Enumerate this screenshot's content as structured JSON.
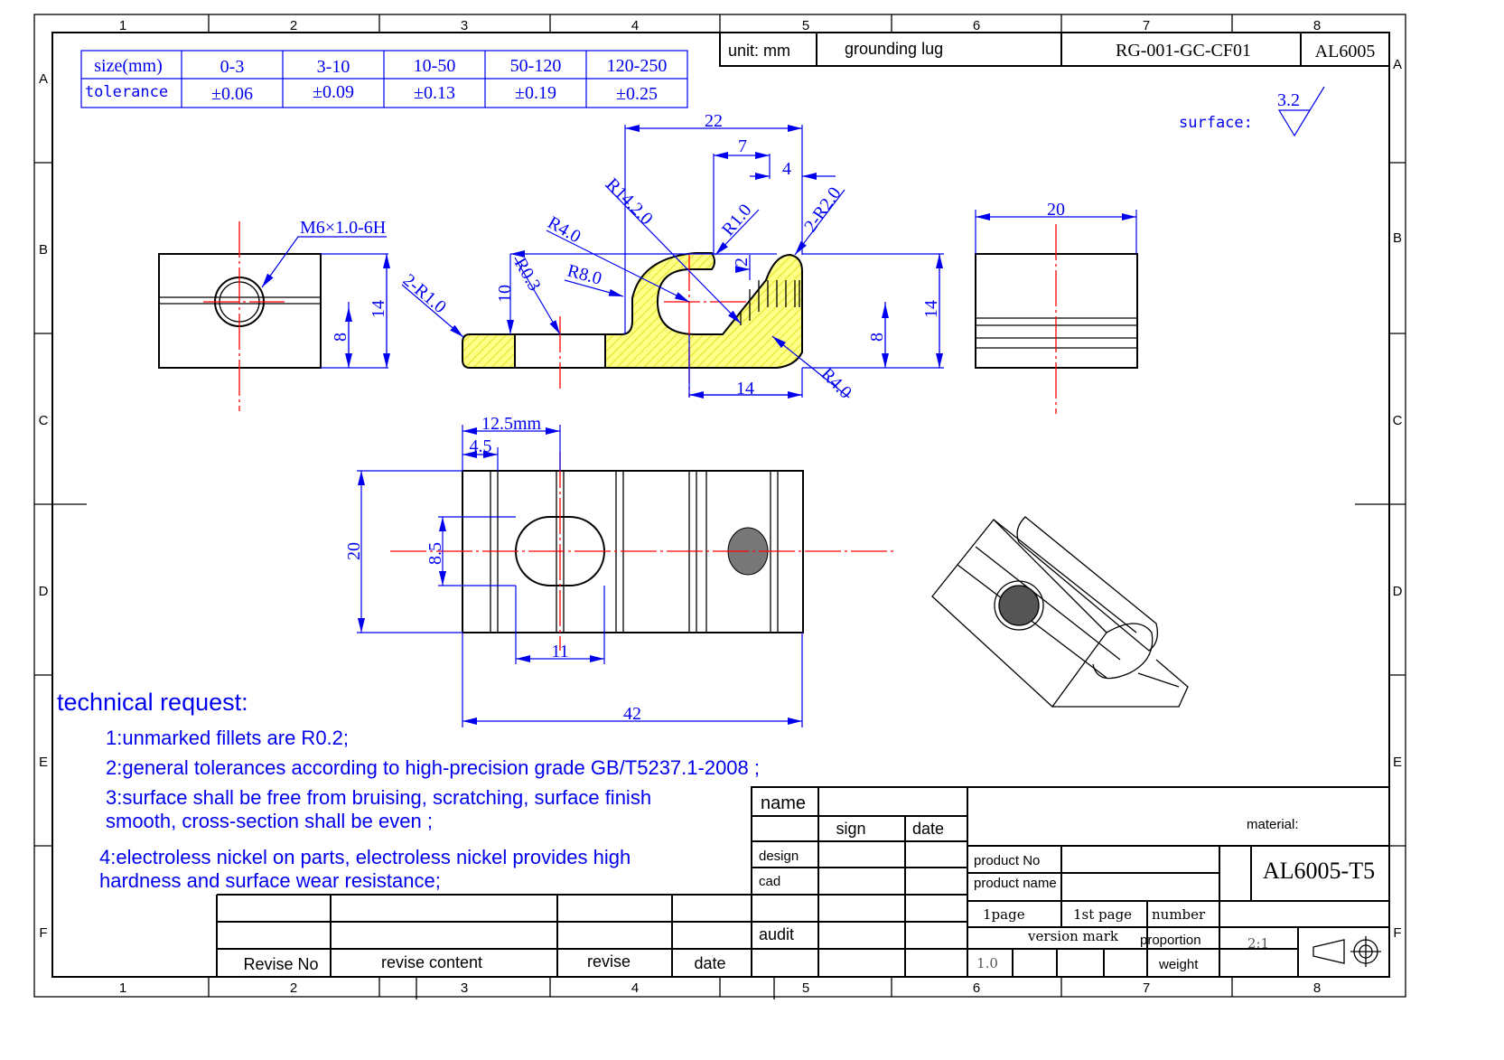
{
  "frame": {
    "cols": [
      "1",
      "2",
      "3",
      "4",
      "5",
      "6",
      "7",
      "8"
    ],
    "rows": [
      "A",
      "B",
      "C",
      "D",
      "E",
      "F"
    ]
  },
  "tolerance_table": {
    "header": [
      "size(mm)",
      "0-3",
      "3-10",
      "10-50",
      "50-120",
      "120-250"
    ],
    "row": [
      "tolerance",
      "±0.06",
      "±0.09",
      "±0.13",
      "±0.19",
      "±0.25"
    ]
  },
  "title_top": {
    "unit": "unit: mm",
    "name": "grounding lug",
    "code": "RG-001-GC-CF01",
    "model": "AL6005"
  },
  "surface": {
    "label": "surface:",
    "value": "3.2"
  },
  "dims": {
    "d22": "22",
    "d7": "7",
    "d4": "4",
    "r14": "R14.2.0",
    "r1": "R1.0",
    "r2_2": "2-R2.0",
    "r4a": "R4.0",
    "r8": "R8.0",
    "r03": "R0.3",
    "d10": "10",
    "r2_1": "2-R1.0",
    "d2": "2",
    "d14b": "14",
    "r4b": "R4.0",
    "d8c": "8",
    "d14c": "14",
    "thread": "M6×1.0-6H",
    "d8a": "8",
    "d14a": "14",
    "d20a": "20",
    "d125": "12.5mm",
    "d45": "4.5",
    "d20b": "20",
    "d85": "8.5",
    "d11": "11",
    "d42": "42"
  },
  "technical": {
    "title": "technical request:",
    "items": [
      "1:unmarked fillets are R0.2;",
      "2:general tolerances according to high-precision grade GB/T5237.1-2008 ;",
      "3:surface shall be free from bruising, scratching, surface finish",
      "smooth, cross-section shall be even ;",
      "4:electroless nickel on parts, electroless nickel provides high",
      "hardness and surface wear resistance;"
    ]
  },
  "title_block": {
    "name": "name",
    "sign": "sign",
    "date": "date",
    "design": "design",
    "cad": "cad",
    "audit": "audit",
    "material_label": "material:",
    "product_no": "product No",
    "product_name": "product name",
    "material": "AL6005-T5",
    "page": "1page",
    "first_page": "1st page",
    "number": "number",
    "version_mark": "version mark",
    "proportion": "proportion",
    "proportion_value": "2:1",
    "weight": "weight",
    "version": "1.0"
  },
  "revise": {
    "no": "Revise No",
    "content": "revise content",
    "revise": "revise",
    "date": "date"
  }
}
